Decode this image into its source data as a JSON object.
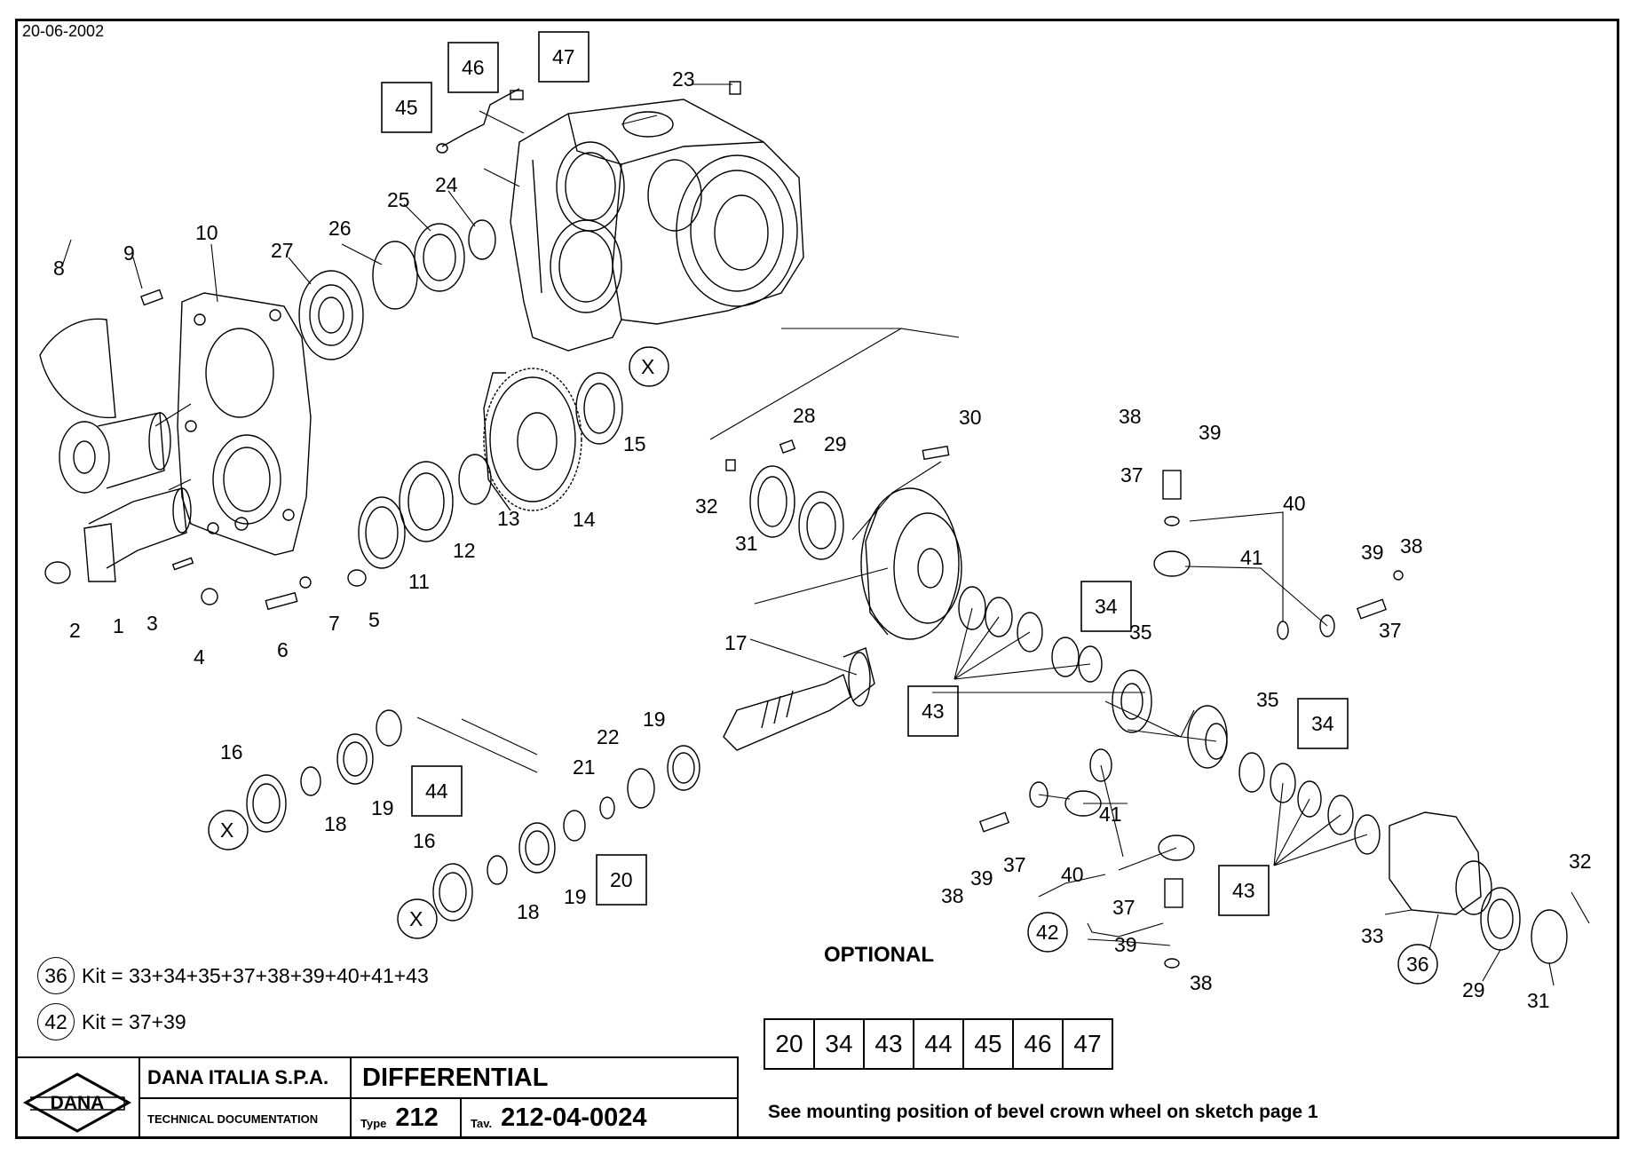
{
  "header": {
    "date": "20-06-2002"
  },
  "kits": [
    {
      "number": "36",
      "text": "Kit = 33+34+35+37+38+39+40+41+43"
    },
    {
      "number": "42",
      "text": "Kit = 37+39"
    }
  ],
  "optional_label": "OPTIONAL",
  "optional_parts": [
    "20",
    "34",
    "43",
    "44",
    "45",
    "46",
    "47"
  ],
  "note": "See mounting position of bevel crown wheel on sketch page 1",
  "title_block": {
    "logo_text": "DANA",
    "company": "DANA ITALIA S.P.A.",
    "tech_doc": "TECHNICAL DOCUMENTATION",
    "title": "DIFFERENTIAL",
    "type_label": "Type",
    "type_value": "212",
    "tav_label": "Tav.",
    "tav_value": "212-04-0024"
  },
  "callouts": {
    "n1": "1",
    "n2": "2",
    "n3": "3",
    "n4": "4",
    "n5": "5",
    "n6": "6",
    "n7": "7",
    "n8": "8",
    "n9": "9",
    "n10": "10",
    "n11": "11",
    "n12": "12",
    "n13": "13",
    "n14": "14",
    "n15": "15",
    "n16a": "16",
    "n16b": "16",
    "n17": "17",
    "n18a": "18",
    "n18b": "18",
    "n19a": "19",
    "n19b": "19",
    "n19c": "19",
    "n21": "21",
    "n22": "22",
    "n23": "23",
    "n24": "24",
    "n25": "25",
    "n26": "26",
    "n27": "27",
    "n28": "28",
    "n29a": "29",
    "n29b": "29",
    "n30": "30",
    "n31a": "31",
    "n31b": "31",
    "n32a": "32",
    "n32b": "32",
    "n33": "33",
    "n35a": "35",
    "n35b": "35",
    "n37a": "37",
    "n37b": "37",
    "n37c": "37",
    "n37d": "37",
    "n38a": "38",
    "n38b": "38",
    "n38c": "38",
    "n38d": "38",
    "n39a": "39",
    "n39b": "39",
    "n39c": "39",
    "n39d": "39",
    "n40a": "40",
    "n40b": "40",
    "n41a": "41",
    "n41b": "41",
    "x1": "X",
    "x2": "X",
    "x3": "X",
    "b20": "20",
    "b34a": "34",
    "b34b": "34",
    "b43a": "43",
    "b43b": "43",
    "b44": "44",
    "b45": "45",
    "b46": "46",
    "b47": "47",
    "c36": "36",
    "c42": "42"
  }
}
